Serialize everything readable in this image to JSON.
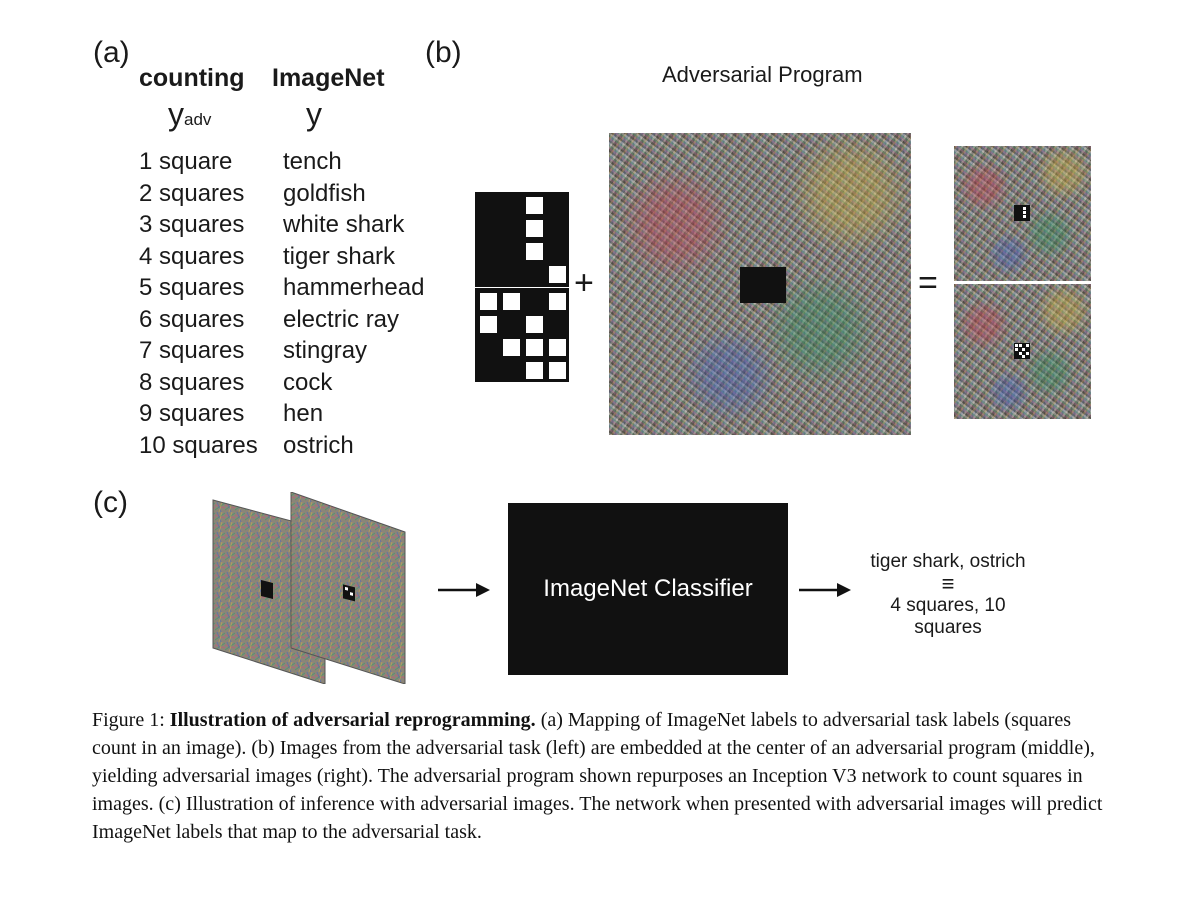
{
  "panel_a": {
    "label": "(a)",
    "col_counting": "counting",
    "col_imagenet": "ImageNet",
    "y_adv_symbol": "y",
    "y_adv_subscript": "adv",
    "y_symbol": "y",
    "rows": [
      {
        "count": "1 square",
        "imagenet": "tench"
      },
      {
        "count": "2 squares",
        "imagenet": "goldfish"
      },
      {
        "count": "3 squares",
        "imagenet": "white shark"
      },
      {
        "count": "4 squares",
        "imagenet": "tiger shark"
      },
      {
        "count": "5 squares",
        "imagenet": "hammerhead"
      },
      {
        "count": "6 squares",
        "imagenet": "electric ray"
      },
      {
        "count": "7 squares",
        "imagenet": "stingray"
      },
      {
        "count": "8 squares",
        "imagenet": "cock"
      },
      {
        "count": "9 squares",
        "imagenet": "hen"
      },
      {
        "count": "10 squares",
        "imagenet": "ostrich"
      }
    ]
  },
  "panel_b": {
    "label": "(b)",
    "program_title": "Adversarial Program",
    "plus": "+",
    "equals": "="
  },
  "panel_c": {
    "label": "(c)",
    "arrow1": "→",
    "classifier_label": "ImageNet Classifier",
    "arrow2": "→",
    "output_labels": "tiger shark, ostrich",
    "equiv": "≡",
    "output_counts": "4 squares, 10 squares"
  },
  "caption": {
    "prefix": "Figure 1: ",
    "bold": "Illustration of adversarial reprogramming.",
    "text": " (a) Mapping of ImageNet labels to adversarial task labels (squares count in an image). (b) Images from the adversarial task (left) are embedded at the center of an adversarial program (middle), yielding adversarial images (right). The adversarial program shown repurposes an Inception V3 network to count squares in images. (c) Illustration of inference with adversarial images. The network when presented with adversarial images will predict ImageNet labels that map to the adversarial task."
  },
  "colors": {
    "text": "#1a1a1a",
    "black_block": "#111111",
    "background": "#ffffff"
  }
}
